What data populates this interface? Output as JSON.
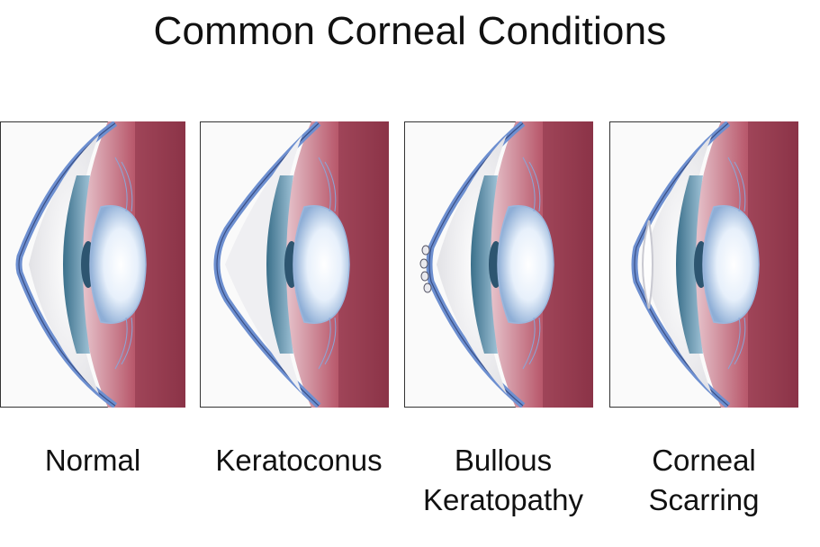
{
  "title": "Common Corneal Conditions",
  "panels": [
    {
      "label_lines": [
        "Normal"
      ]
    },
    {
      "label_lines": [
        "Keratoconus"
      ]
    },
    {
      "label_lines": [
        "Bullous",
        "Keratopathy"
      ]
    },
    {
      "label_lines": [
        "Corneal",
        "Scarring"
      ]
    }
  ],
  "colors": {
    "sclera_blue": "#6d8fd0",
    "iris_red": "#a9495d",
    "ciliary_red": "#c8707c",
    "lens_core": "#ffffff",
    "lens_edge": "#8fb0d8",
    "cornea": "#f2f2f2",
    "panel_border": "#333333"
  }
}
